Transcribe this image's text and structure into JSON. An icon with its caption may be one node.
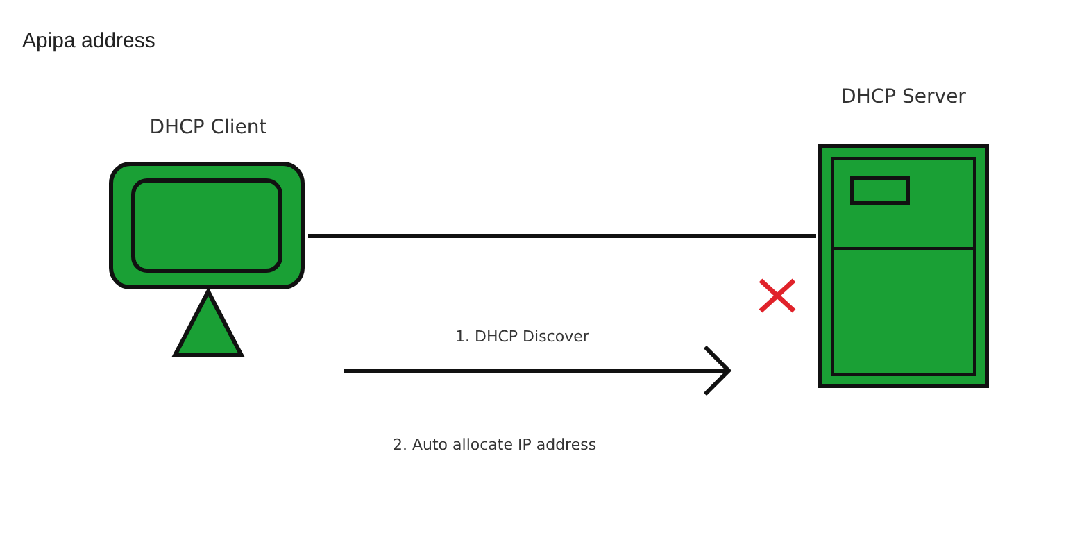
{
  "diagram": {
    "title": "Apipa address",
    "nodes": [
      {
        "text": [
          "DHCP Client"
        ]
      },
      {
        "text": [
          "DHCP Server"
        ]
      }
    ],
    "edges": [
      {
        "from": 0,
        "to": 1,
        "arrow": "none"
      }
    ],
    "labels": [
      "1. DHCP Discover",
      "2. Auto allocate IP address"
    ]
  }
}
